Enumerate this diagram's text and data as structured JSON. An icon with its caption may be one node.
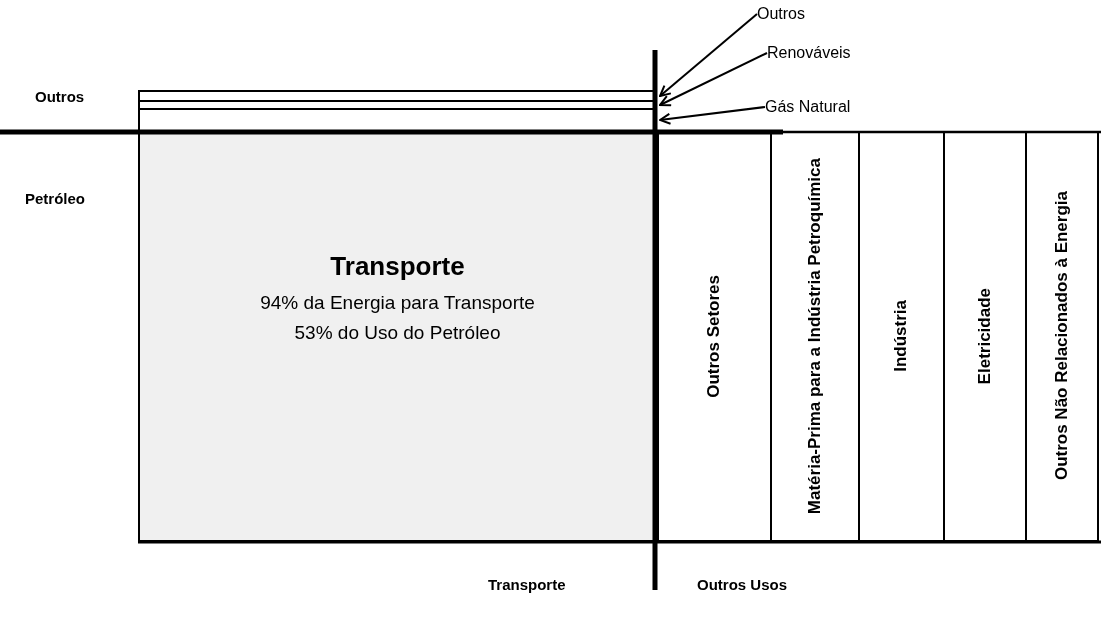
{
  "diagram": {
    "nodes": [
      {
        "text": [
          "Outros"
        ]
      },
      {
        "text": [
          "Renováveis"
        ]
      },
      {
        "text": [
          "Gás Natural"
        ]
      },
      {
        "text": [],
        "shape": "bar"
      },
      {
        "text": [],
        "shape": "bar"
      },
      {
        "text": [],
        "shape": "bar"
      },
      {
        "text": [
          "Transporte",
          "94% da Energia para Transporte",
          "53% do Uso do Petróleo"
        ]
      },
      {
        "text": [
          "Outros Setores"
        ]
      },
      {
        "text": [
          "Matéria-Prima para a Indústria Petroquímica"
        ]
      },
      {
        "text": [
          "Indústria"
        ]
      },
      {
        "text": [
          "Eletricidade"
        ]
      },
      {
        "text": [
          "Outros Não Relacionados à Energia"
        ]
      }
    ],
    "edges": [
      {
        "from": 0,
        "to": 3,
        "arrow": "to"
      },
      {
        "from": 1,
        "to": 4,
        "arrow": "to"
      },
      {
        "from": 2,
        "to": 5,
        "arrow": "to"
      }
    ],
    "labels": [
      "Outros",
      "Petróleo",
      "Transporte",
      "Outros Usos"
    ]
  }
}
